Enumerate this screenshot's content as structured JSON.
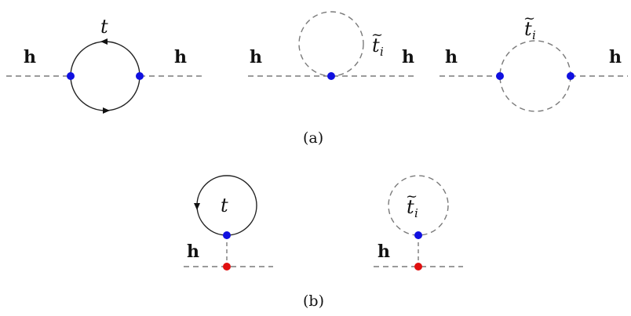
{
  "labels": {
    "higgs": "h",
    "top": "t",
    "stop_base": "t",
    "stop_tilde": "~",
    "stop_index": "i"
  },
  "captions": {
    "a": "(a)",
    "b": "(b)"
  },
  "colors": {
    "blue_vertex": "#1010e0",
    "red_vertex": "#e01010",
    "dashed_line": "#7a7a7a",
    "solid_line": "#222222"
  }
}
